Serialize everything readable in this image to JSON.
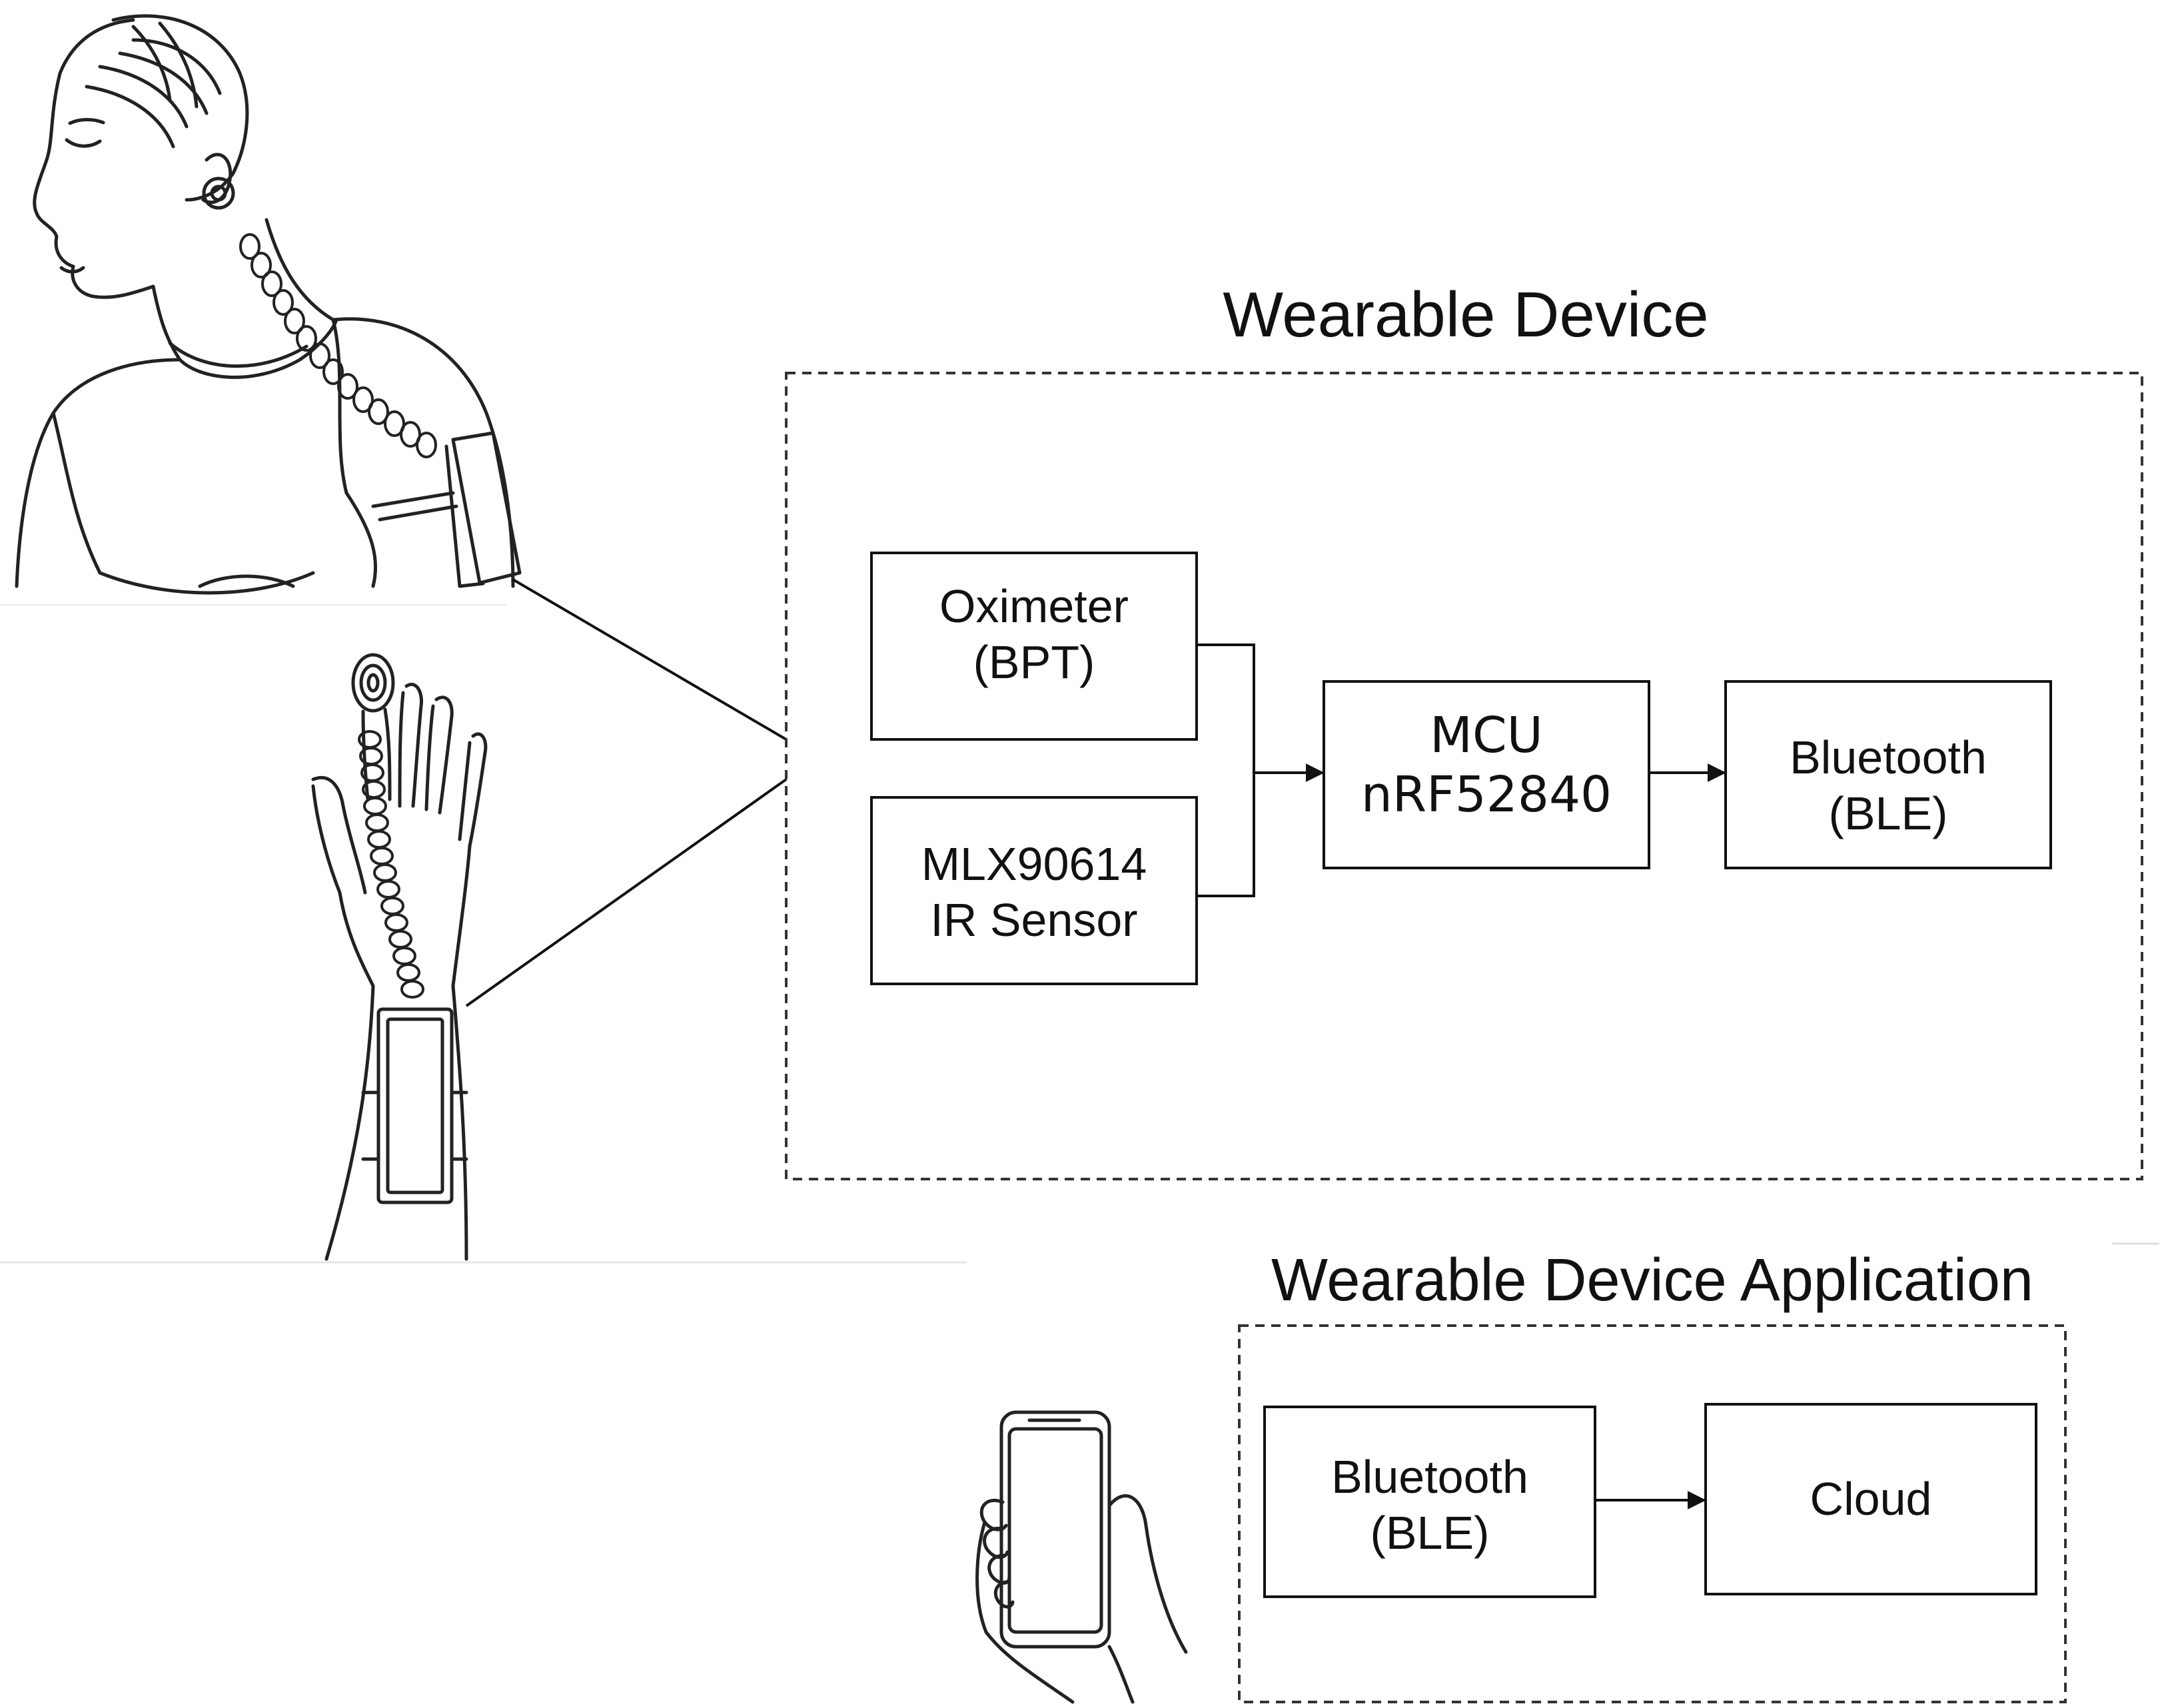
{
  "wearable_device": {
    "title": "Wearable Device",
    "oximeter": {
      "line1": "Oximeter",
      "line2": "(BPT)"
    },
    "ir_sensor": {
      "line1": "MLX90614",
      "line2": "IR Sensor"
    },
    "mcu": {
      "line1": "MCU",
      "line2": "nRF52840"
    },
    "bluetooth": {
      "line1": "Bluetooth",
      "line2": "(BLE)"
    }
  },
  "application": {
    "title": "Wearable Device Application",
    "bluetooth": {
      "line1": "Bluetooth",
      "line2": "(BLE)"
    },
    "cloud": {
      "label": "Cloud"
    }
  },
  "colors": {
    "line": "#111111",
    "background": "#ffffff"
  },
  "illustrations": [
    "woman-wearing-device-illustration",
    "hand-with-wrist-device-illustration",
    "hand-holding-phone-illustration"
  ]
}
